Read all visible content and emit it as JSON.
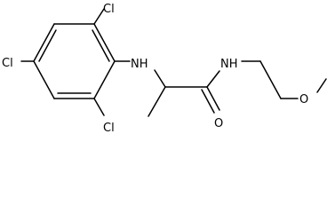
{
  "structure": {
    "labels": {
      "cl_top": "Cl",
      "cl_left": "Cl",
      "cl_bottom": "Cl",
      "nh_aryl": "NH",
      "nh_amide": "NH",
      "o_carbonyl": "O",
      "o_ether": "O"
    }
  }
}
